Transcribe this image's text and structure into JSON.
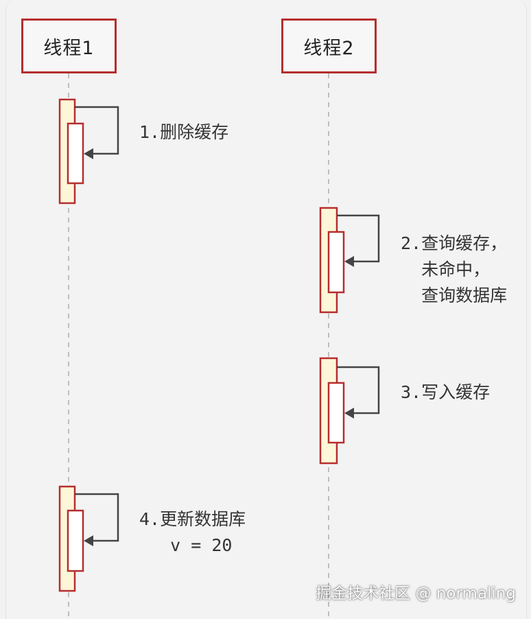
{
  "diagram": {
    "type": "sequence",
    "participants": [
      {
        "id": "thread1",
        "label": "线程1"
      },
      {
        "id": "thread2",
        "label": "线程2"
      }
    ],
    "steps": [
      {
        "participant": "thread1",
        "lines": [
          "1.删除缓存"
        ]
      },
      {
        "participant": "thread2",
        "lines": [
          "2.查询缓存，",
          "  未命中，",
          "  查询数据库"
        ]
      },
      {
        "participant": "thread2",
        "lines": [
          "3.写入缓存"
        ]
      },
      {
        "participant": "thread1",
        "lines": [
          "4.更新数据库",
          "   v = 20"
        ]
      }
    ],
    "colors": {
      "participant_border": "#b52e2e",
      "activation_fill": "#fdf6d8",
      "activation_inner_fill": "#ffffff",
      "arrow": "#444444",
      "lifeline": "#bdbdbd"
    }
  },
  "step_text": {
    "step1": "1.删除缓存",
    "step2": "2.查询缓存，\n  未命中，\n  查询数据库",
    "step3": "3.写入缓存",
    "step4": "4.更新数据库\n   v = 20"
  },
  "watermark": {
    "text": "掘金技术社区 @ normaling"
  }
}
